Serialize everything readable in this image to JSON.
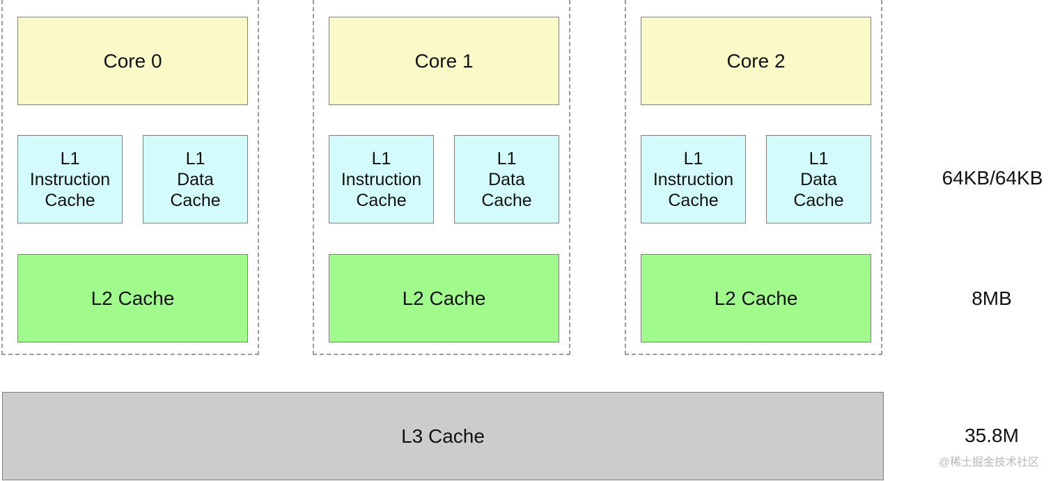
{
  "cores": [
    {
      "core_label": "Core 0",
      "l1_instruction": "L1\nInstruction\nCache",
      "l1_data": "L1\nData\nCache",
      "l2_label": "L2 Cache"
    },
    {
      "core_label": "Core 1",
      "l1_instruction": "L1\nInstruction\nCache",
      "l1_data": "L1\nData\nCache",
      "l2_label": "L2 Cache"
    },
    {
      "core_label": "Core 2",
      "l1_instruction": "L1\nInstruction\nCache",
      "l1_data": "L1\nData\nCache",
      "l2_label": "L2 Cache"
    }
  ],
  "l3_label": "L3 Cache",
  "sizes": {
    "l1": "64KB/64KB",
    "l2": "8MB",
    "l3": "35.8M"
  },
  "watermark": "@稀土掘金技术社区",
  "colors": {
    "core": "#fafac8",
    "l1": "#d3fbfb",
    "l2": "#a0fa8c",
    "l3": "#cccccc",
    "border": "#7f7f7f",
    "dashed_border": "#9a9a9a"
  }
}
